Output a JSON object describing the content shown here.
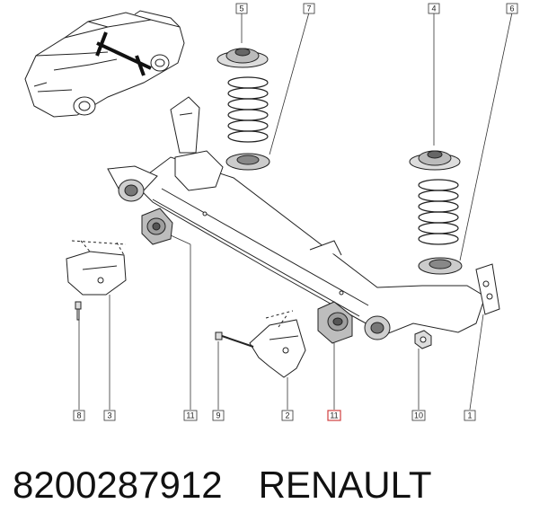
{
  "callouts": {
    "c1": "1",
    "c2": "2",
    "c3": "3",
    "c4": "4",
    "c5": "5",
    "c6": "6",
    "c7": "7",
    "c8": "8",
    "c9": "9",
    "c10": "10",
    "c11a": "11",
    "c11b": "11"
  },
  "highlight_color": "#d04040",
  "footer": {
    "part_number": "8200287912",
    "brand": "RENAULT"
  }
}
